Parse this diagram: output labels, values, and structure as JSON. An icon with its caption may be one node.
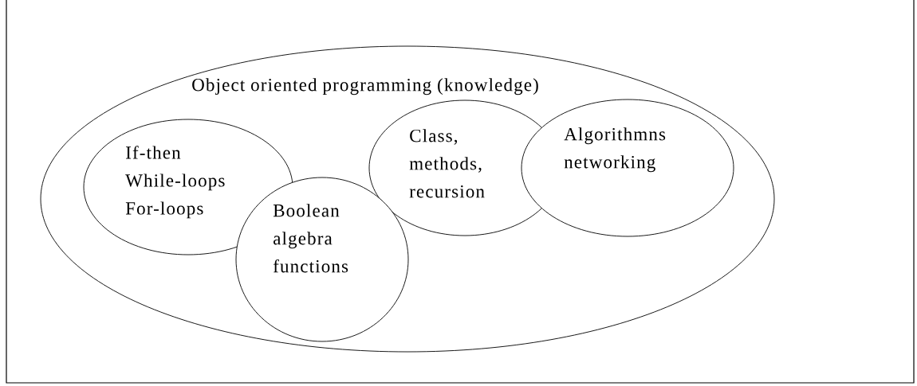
{
  "diagram": {
    "nodes": [
      {
        "text": [
          "Object oriented programming (knowledge)"
        ]
      },
      {
        "text": [
          "If-then While-loops For-loops"
        ],
        "in": 0
      },
      {
        "text": [
          "Boolean algebra functions"
        ],
        "in": 0
      },
      {
        "text": [
          "Class, methods, recursion"
        ],
        "in": 0
      },
      {
        "text": [
          "Algorithmns networking"
        ],
        "in": 0
      }
    ]
  }
}
